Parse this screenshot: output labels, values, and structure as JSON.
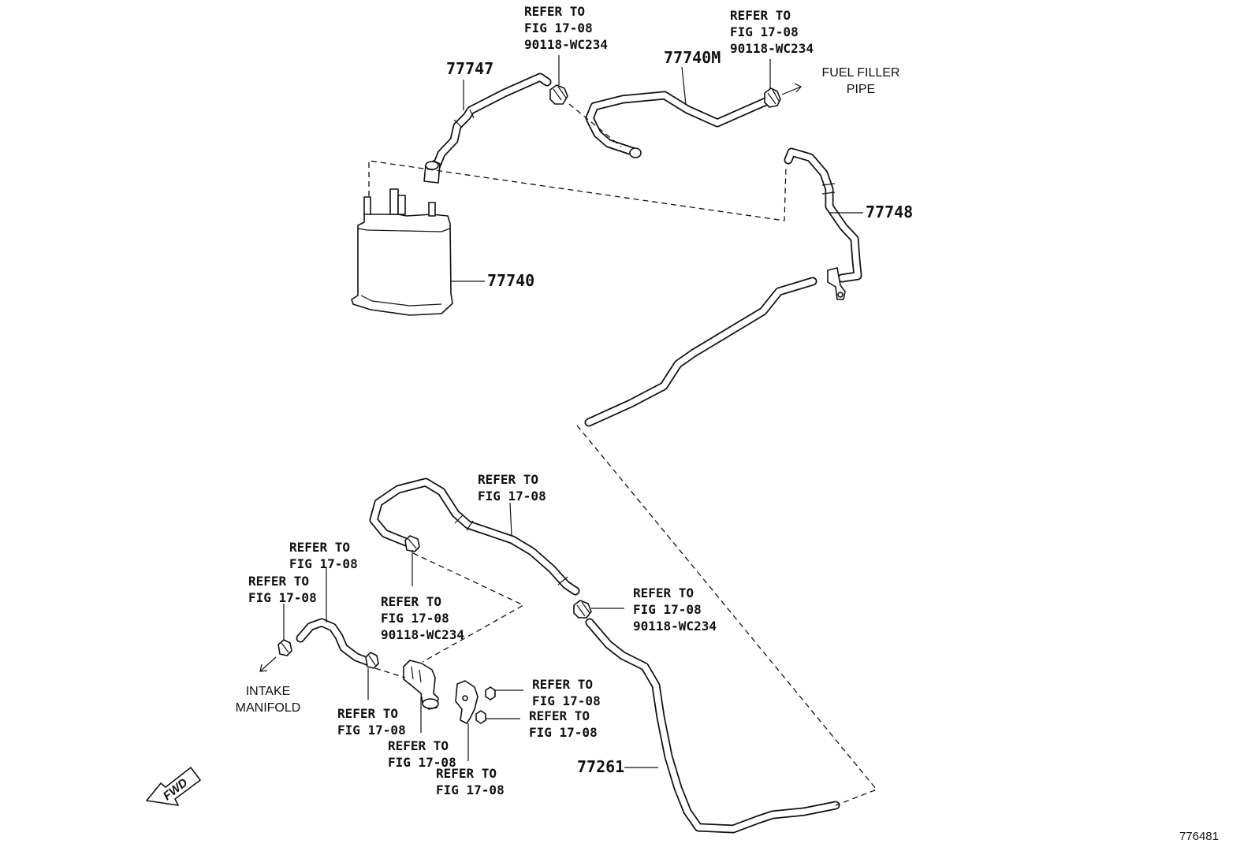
{
  "part_labels": {
    "p77747": "77747",
    "p77740M": "77740M",
    "p77748": "77748",
    "p77740": "77740",
    "p77261": "77261"
  },
  "refer": {
    "r1": [
      "REFER TO",
      "FIG 17-08",
      "90118-WC234"
    ],
    "r2": [
      "REFER TO",
      "FIG 17-08",
      "90118-WC234"
    ],
    "r3": [
      "REFER TO",
      "FIG 17-08"
    ],
    "r4": [
      "REFER TO",
      "FIG 17-08"
    ],
    "r5": [
      "REFER TO",
      "FIG 17-08"
    ],
    "r6": [
      "REFER TO",
      "FIG 17-08",
      "90118-WC234"
    ],
    "r7": [
      "REFER TO",
      "FIG 17-08",
      "90118-WC234"
    ],
    "r8": [
      "REFER TO",
      "FIG 17-08"
    ],
    "r9": [
      "REFER TO",
      "FIG 17-08"
    ],
    "r10": [
      "REFER TO",
      "FIG 17-08"
    ],
    "r11": [
      "REFER TO",
      "FIG 17-08"
    ],
    "r12": [
      "REFER TO",
      "FIG 17-08"
    ]
  },
  "notes": {
    "fuel_filler": [
      "FUEL FILLER",
      "PIPE"
    ],
    "intake": [
      "INTAKE",
      "MANIFOLD"
    ]
  },
  "fwd_label": "FWD",
  "diagram_id": "776481"
}
